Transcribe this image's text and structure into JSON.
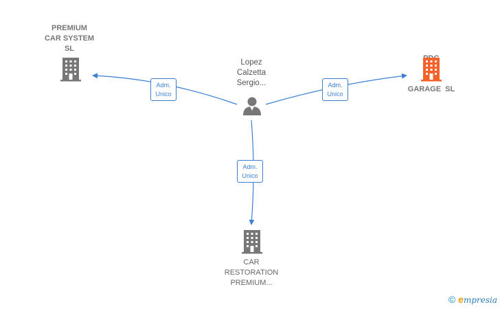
{
  "nodes": {
    "person": {
      "lines": [
        "Lopez",
        "Calzetta",
        "Sergio..."
      ]
    },
    "premium_car_system": {
      "lines": [
        "PREMIUM",
        "CAR SYSTEM",
        "SL"
      ]
    },
    "pdg_garage": {
      "lines": [
        "PDG",
        "GARAGE  SL"
      ]
    },
    "car_restoration": {
      "lines": [
        "CAR",
        "RESTORATION",
        "PREMIUM..."
      ]
    }
  },
  "edges": [
    {
      "id": "to-premium",
      "role_line1": "Adm.",
      "role_line2": "Unico"
    },
    {
      "id": "to-pdg",
      "role_line1": "Adm.",
      "role_line2": "Unico"
    },
    {
      "id": "to-restoration",
      "role_line1": "Adm.",
      "role_line2": "Unico"
    }
  ],
  "brand": {
    "copyright": "©",
    "initial": "e",
    "name": "mpresia"
  },
  "colors": {
    "edge": "#3a7fd5",
    "building": "#777777",
    "building_highlight": "#f4622c",
    "person": "#777777"
  },
  "icons": {
    "person": "person-icon",
    "company": "building-icon"
  }
}
